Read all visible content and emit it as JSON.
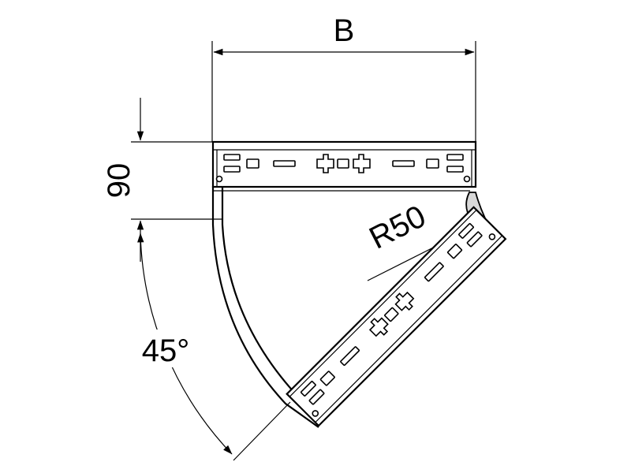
{
  "drawing": {
    "dimensions": {
      "width_label": "B",
      "height_label": "90",
      "radius_label": "R50",
      "angle_label": "45°"
    },
    "colors": {
      "line": "#000000",
      "background": "#ffffff",
      "end_cap_shade": "#d8d8d8"
    }
  }
}
